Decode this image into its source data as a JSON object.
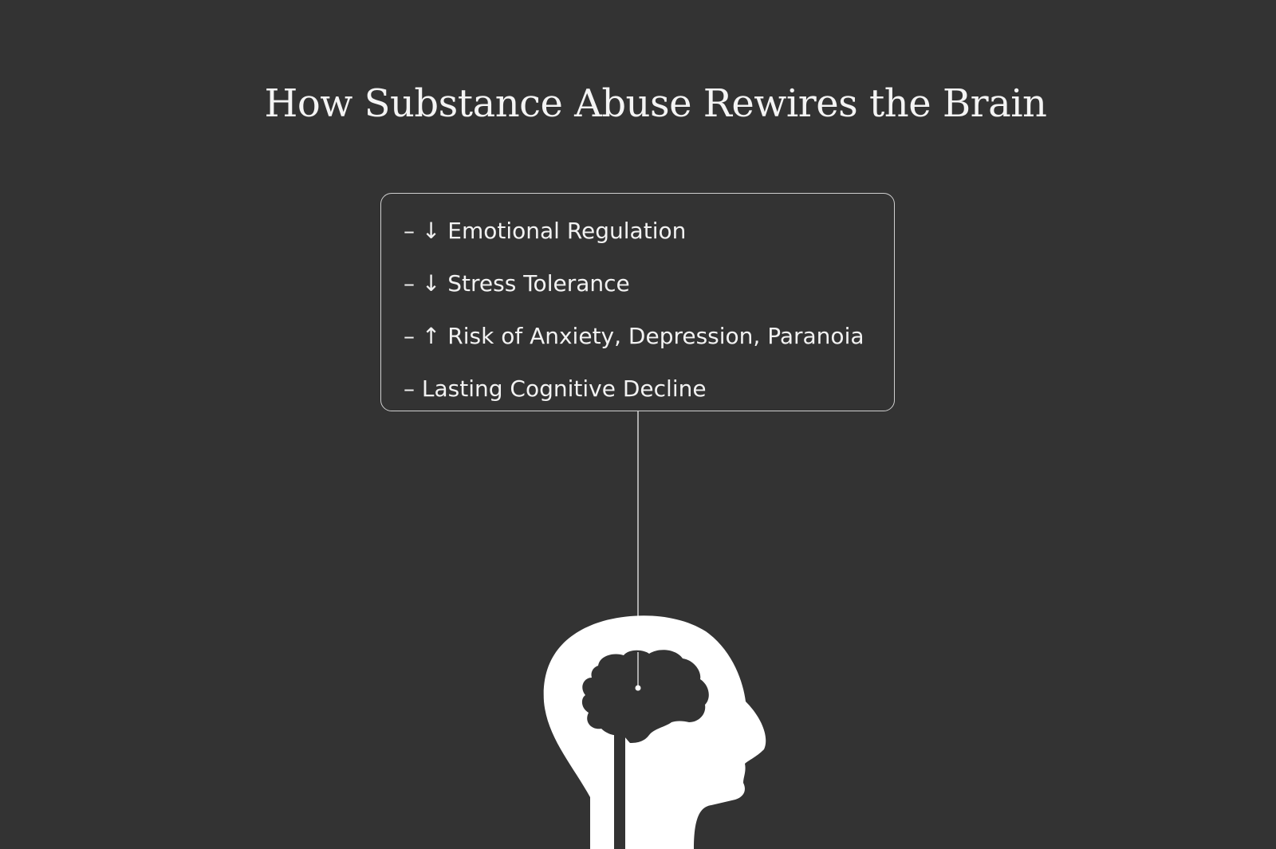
{
  "title": "How Substance Abuse Rewires the Brain",
  "effects": [
    "– ↓ Emotional Regulation",
    "– ↓ Stress Tolerance",
    "– ↑ Risk of Anxiety, Depression, Paranoia",
    "– Lasting Cognitive Decline"
  ],
  "colors": {
    "background": "#333333",
    "foreground": "#ffffff",
    "box_border": "#cfcfcf"
  },
  "icons": [
    "head-silhouette-icon",
    "brain-icon"
  ]
}
